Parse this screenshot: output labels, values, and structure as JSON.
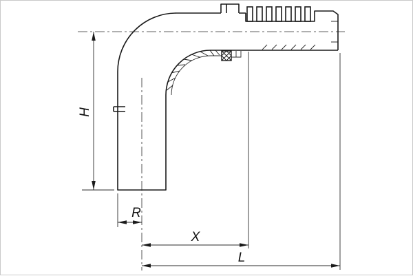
{
  "drawing": {
    "labels": {
      "h": "H",
      "r": "R",
      "x": "X",
      "l": "L"
    },
    "colors": {
      "outline": "#1a1a1a",
      "thin_line": "#2b2b2b",
      "background": "#ffffff",
      "frame": "#c9c9c9"
    }
  }
}
